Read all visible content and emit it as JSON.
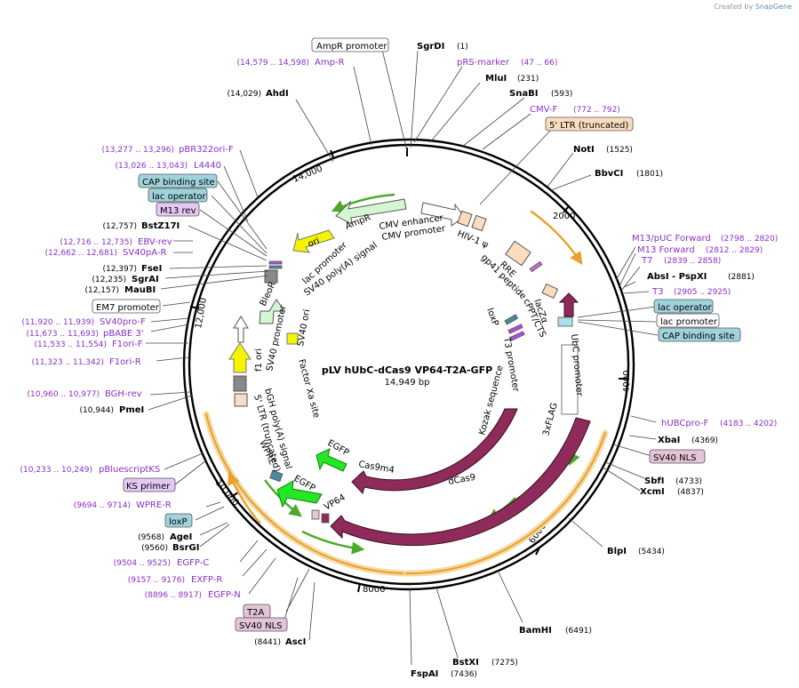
{
  "credit": {
    "prefix": "Created by",
    "brand": "SnapGene"
  },
  "plasmid": {
    "name": "pLV hUbC-dCas9 VP64-T2A-GFP",
    "length": "14,949 bp"
  },
  "ticks": [
    {
      "label": "2000"
    },
    {
      "label": "4000"
    },
    {
      "label": "6000"
    },
    {
      "label": "8000"
    },
    {
      "label": "10,000"
    },
    {
      "label": "12,000"
    },
    {
      "label": "14,000"
    }
  ],
  "left_labels": [
    {
      "range": "(14,579 .. 14,598)",
      "name": "Amp-R"
    },
    {
      "range": "(14,029)",
      "name": "AhdI"
    },
    {
      "range": "(13,277 .. 13,296)",
      "name": "pBR322ori-F"
    },
    {
      "range": "(13,026 .. 13,043)",
      "name": "L4440"
    },
    {
      "range": "",
      "name": "CAP binding site"
    },
    {
      "range": "",
      "name": "lac operator"
    },
    {
      "range": "",
      "name": "M13 rev"
    },
    {
      "range": "(12,757)",
      "name": "BstZ17I"
    },
    {
      "range": "(12,716 .. 12,735)",
      "name": "EBV-rev"
    },
    {
      "range": "(12,662 .. 12,681)",
      "name": "SV40pA-R"
    },
    {
      "range": "(12,397)",
      "name": "FseI"
    },
    {
      "range": "(12,235)",
      "name": "SgrAI"
    },
    {
      "range": "(12,157)",
      "name": "MauBI"
    },
    {
      "range": "",
      "name": "EM7 promoter"
    },
    {
      "range": "(11,920 .. 11,939)",
      "name": "SV40pro-F"
    },
    {
      "range": "(11,673 .. 11,693)",
      "name": "pBABE 3'"
    },
    {
      "range": "(11,533 .. 11,554)",
      "name": "F1ori-F"
    },
    {
      "range": "(11,323 .. 11,342)",
      "name": "F1ori-R"
    },
    {
      "range": "(10,960 .. 10,977)",
      "name": "BGH-rev"
    },
    {
      "range": "(10,944)",
      "name": "PmeI"
    },
    {
      "range": "(10,233 .. 10,249)",
      "name": "pBluescriptKS"
    },
    {
      "range": "",
      "name": "KS primer"
    },
    {
      "range": "(9694 .. 9714)",
      "name": "WPRE-R"
    },
    {
      "range": "",
      "name": "loxP"
    },
    {
      "range": "(9568)",
      "name": "AgeI"
    },
    {
      "range": "(9560)",
      "name": "BsrGI"
    },
    {
      "range": "(9504 .. 9525)",
      "name": "EGFP-C"
    },
    {
      "range": "(9157 .. 9176)",
      "name": "EXFP-R"
    },
    {
      "range": "(8896 .. 8917)",
      "name": "EGFP-N"
    },
    {
      "range": "",
      "name": "T2A"
    },
    {
      "range": "",
      "name": "SV40 NLS"
    },
    {
      "range": "(8441)",
      "name": "AscI"
    }
  ],
  "right_labels": [
    {
      "range": "",
      "name": "AmpR promoter"
    },
    {
      "range": "(1)",
      "name": "SgrDI"
    },
    {
      "range": "(47 .. 66)",
      "name": "pRS-marker"
    },
    {
      "range": "(231)",
      "name": "MluI"
    },
    {
      "range": "(593)",
      "name": "SnaBI"
    },
    {
      "range": "(772 .. 792)",
      "name": "CMV-F"
    },
    {
      "range": "",
      "name": "5' LTR (truncated)"
    },
    {
      "range": "(1525)",
      "name": "NotI"
    },
    {
      "range": "(1801)",
      "name": "BbvCI"
    },
    {
      "range": "(2798 .. 2820)",
      "name": "M13/pUC Forward"
    },
    {
      "range": "(2812 .. 2829)",
      "name": "M13 Forward"
    },
    {
      "range": "(2839 .. 2858)",
      "name": "T7"
    },
    {
      "range": "(2881)",
      "name": "AbsI - PspXI"
    },
    {
      "range": "(2905 .. 2925)",
      "name": "T3"
    },
    {
      "range": "",
      "name": "lac operator"
    },
    {
      "range": "",
      "name": "lac promoter"
    },
    {
      "range": "",
      "name": "CAP binding site"
    },
    {
      "range": "(4183 .. 4202)",
      "name": "hUBCpro-F"
    },
    {
      "range": "(4369)",
      "name": "XbaI"
    },
    {
      "range": "",
      "name": "SV40 NLS"
    },
    {
      "range": "(4733)",
      "name": "SbfI"
    },
    {
      "range": "(4837)",
      "name": "XcmI"
    },
    {
      "range": "(5434)",
      "name": "BlpI"
    },
    {
      "range": "(6491)",
      "name": "BamHI"
    },
    {
      "range": "(7275)",
      "name": "BstXI"
    },
    {
      "range": "(7436)",
      "name": "FspAI"
    }
  ],
  "inner_labels": [
    "AmpR",
    "ori",
    "lac promoter",
    "SV40 poly(A) signal",
    "CMV enhancer",
    "CMV promoter",
    "HIV-1 ψ",
    "RRE",
    "gp41 peptide",
    "cPPT/CTS",
    "lacZα",
    "loxP",
    "T3 promoter",
    "UbC promoter",
    "Kozak sequence",
    "3xFLAG",
    "Cas9m4",
    "dCas9",
    "VP64",
    "EGFP",
    "EGFP",
    "SV40 ori",
    "Factor Xa site",
    "BleoR",
    "f1 ori",
    "SV40 promoter",
    "bGH poly(A) signal",
    "5' LTR (truncated)",
    "WPRE"
  ],
  "colors": {
    "primer": "#8b2fc9",
    "enzyme": "#000000",
    "cas9": "#8e2b5a",
    "gfp": "#23e823",
    "ori": "#f4f400",
    "ampr": "#d3f7d3",
    "ltr": "#fcdcc0",
    "orange_arc": "#e8a030",
    "green_arc": "#4caa28",
    "label_blue": "#9fd3dc",
    "label_pink": "#e4c4d8",
    "label_violet": "#e4c8f4"
  }
}
